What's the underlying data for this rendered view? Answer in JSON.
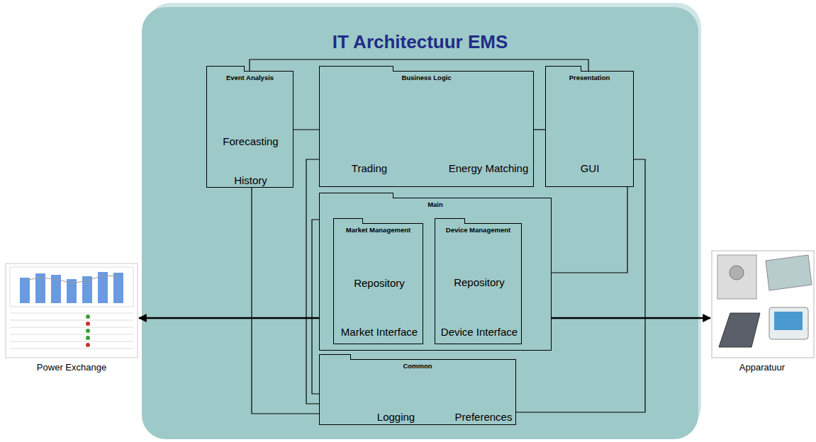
{
  "diagram": {
    "title": "IT Architectuur EMS",
    "nodes": [
      {
        "text": [
          "Event Analysis"
        ]
      },
      {
        "text": [
          "Forecasting"
        ],
        "in": 0
      },
      {
        "text": [
          "History"
        ],
        "in": 0
      },
      {
        "text": [
          "Business Logic"
        ]
      },
      {
        "text": [
          "Trading"
        ],
        "in": 3
      },
      {
        "text": [
          "Energy Matching"
        ],
        "in": 3
      },
      {
        "text": [
          "Presentation"
        ]
      },
      {
        "text": [
          "GUI"
        ],
        "in": 6
      },
      {
        "text": [
          "Main"
        ]
      },
      {
        "text": [
          "Market Management"
        ],
        "in": 8
      },
      {
        "text": [
          "Repository"
        ],
        "in": 9
      },
      {
        "text": [
          "Market Interface"
        ],
        "in": 9
      },
      {
        "text": [
          "Device Management"
        ],
        "in": 8
      },
      {
        "text": [
          "Repository"
        ],
        "in": 12
      },
      {
        "text": [
          "Device Interface"
        ],
        "in": 12
      },
      {
        "text": [
          "Common"
        ]
      },
      {
        "text": [
          "Logging"
        ],
        "in": 15
      },
      {
        "text": [
          "Preferences"
        ],
        "in": 15
      },
      {
        "text": [
          "Power Exchange"
        ]
      },
      {
        "text": [
          "Apparatuur"
        ]
      }
    ],
    "edges": [
      {
        "from": 18,
        "to": 11,
        "arrow": "both"
      },
      {
        "from": 14,
        "to": 19,
        "arrow": "both"
      },
      {
        "from": 0,
        "to": 3,
        "arrow": "none"
      },
      {
        "from": 3,
        "to": 6,
        "arrow": "none"
      },
      {
        "from": 0,
        "to": 6,
        "arrow": "none"
      },
      {
        "from": 0,
        "to": 15,
        "arrow": "none"
      },
      {
        "from": 3,
        "to": 15,
        "arrow": "none"
      },
      {
        "from": 8,
        "to": 15,
        "arrow": "none"
      },
      {
        "from": 6,
        "to": 8,
        "arrow": "none"
      },
      {
        "from": 6,
        "to": 15,
        "arrow": "none"
      }
    ]
  }
}
